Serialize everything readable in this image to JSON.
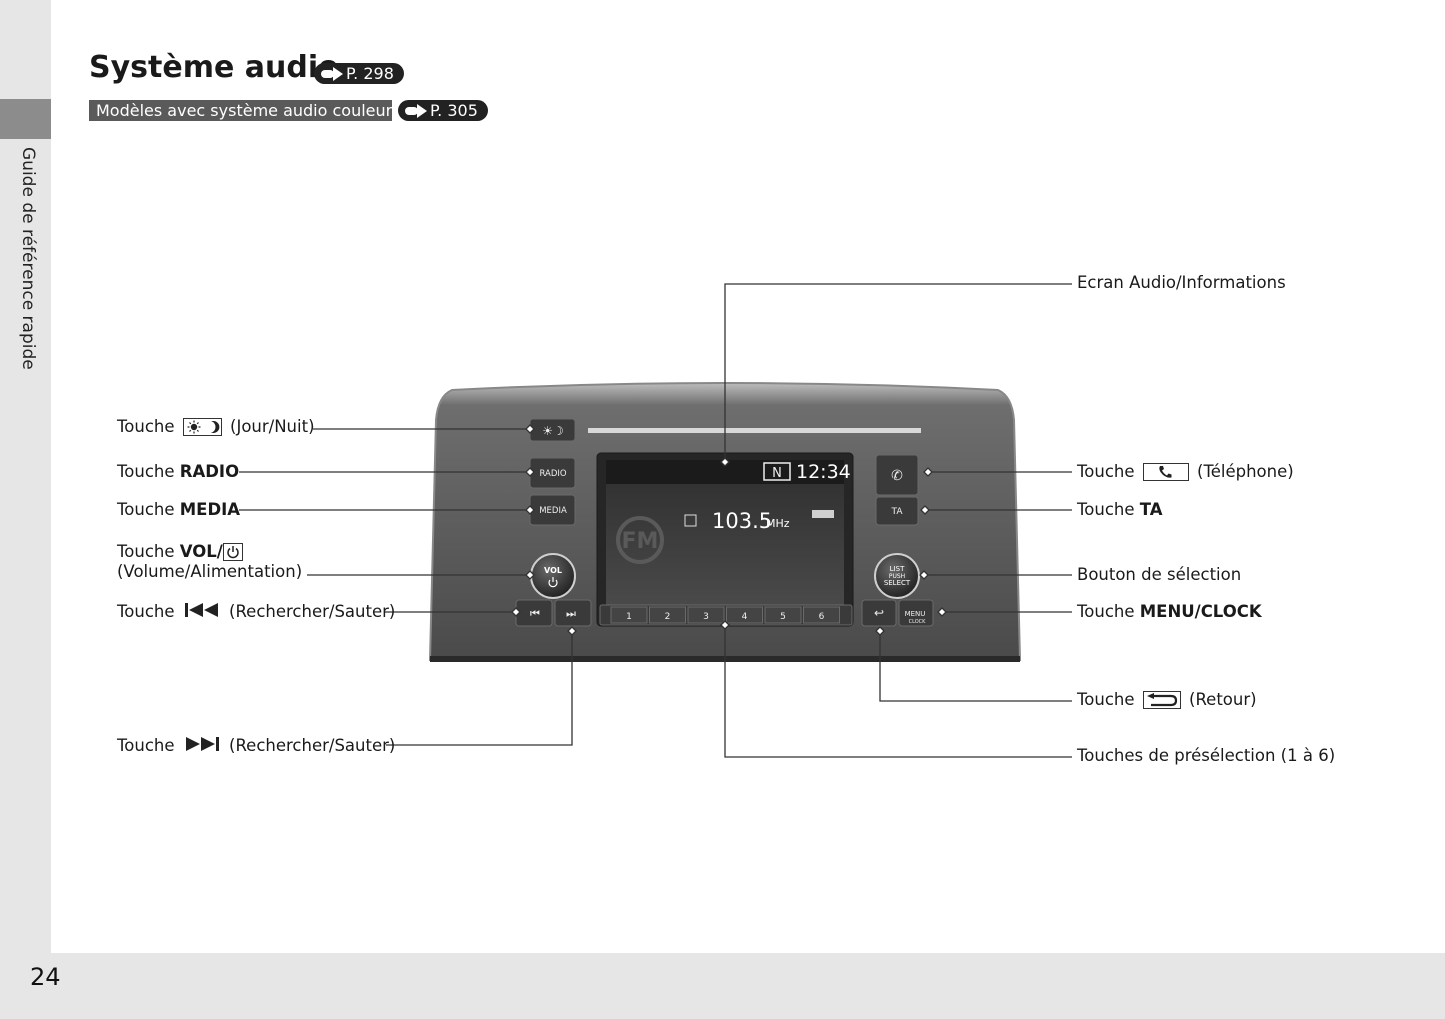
{
  "sidebar": {
    "section_label": "Guide de référence rapide"
  },
  "page": {
    "number": "24"
  },
  "header": {
    "title": "Système audio",
    "title_ref": "P. 298",
    "subtitle": "Modèles avec système audio couleur",
    "subtitle_ref": "P. 305"
  },
  "radio": {
    "clock": "12:34",
    "frequency": "103.5",
    "unit": "MHz",
    "clock_indicator": "N",
    "band_logo": "FM",
    "buttons": {
      "radio": "RADIO",
      "media": "MEDIA",
      "ta": "TA",
      "vol": "VOL",
      "list": "LIST",
      "push": "PUSH",
      "select": "SELECT",
      "menu": "MENU",
      "clock_sub": "CLOCK"
    },
    "presets": [
      "1",
      "2",
      "3",
      "4",
      "5",
      "6"
    ]
  },
  "callouts": {
    "day_night": {
      "prefix": "Touche",
      "icon": "sun-moon-icon",
      "suffix": "(Jour/Nuit)"
    },
    "radio": {
      "prefix": "Touche",
      "bold": "RADIO"
    },
    "media": {
      "prefix": "Touche",
      "bold": "MEDIA"
    },
    "vol": {
      "prefix": "Touche",
      "bold": "VOL/",
      "icon": "power-icon",
      "line2": "(Volume/Alimentation)"
    },
    "seek_back": {
      "prefix": "Touche",
      "icon": "skip-back-icon",
      "suffix": "(Rechercher/Sauter)"
    },
    "seek_fwd": {
      "prefix": "Touche",
      "icon": "skip-forward-icon",
      "suffix": "(Rechercher/Sauter)"
    },
    "screen": {
      "text": "Ecran Audio/Informations"
    },
    "phone": {
      "prefix": "Touche",
      "icon": "phone-icon",
      "suffix": "(Téléphone)"
    },
    "ta": {
      "prefix": "Touche",
      "bold": "TA"
    },
    "selector": {
      "text": "Bouton de sélection"
    },
    "menu_clock": {
      "prefix": "Touche",
      "bold": "MENU/CLOCK"
    },
    "back": {
      "prefix": "Touche",
      "icon": "back-arrow-icon",
      "suffix": "(Retour)"
    },
    "presets": {
      "text": "Touches de présélection (1 à 6)"
    }
  },
  "colors": {
    "sidebar": "#e6e6e6",
    "sidebar_tab": "#8c8c8c",
    "pill": "#222222",
    "subtitle_bar": "#5a5a5a"
  }
}
